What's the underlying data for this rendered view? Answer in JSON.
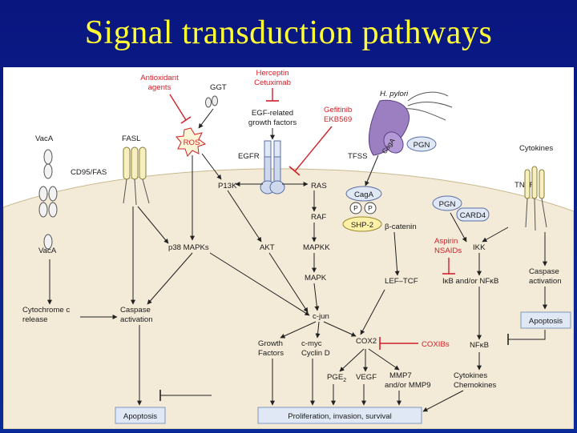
{
  "title": "Signal transduction pathways",
  "labels": {
    "antioxidant": [
      "Antioxidant",
      "agents"
    ],
    "ggt": "GGT",
    "herceptin": [
      "Herceptin",
      "Cetuximab"
    ],
    "egf": [
      "EGF-related",
      "growth factors"
    ],
    "gefitinib": [
      "Gefitinib",
      "EKB569"
    ],
    "hpylori": "H. pylori",
    "caga": "CagA",
    "pgn": "PGN",
    "cytokines_top": "Cytokines",
    "vaca_top": "VacA",
    "fasl": "FASL",
    "cd95": "CD95/FAS",
    "ros": "ROS",
    "egfr": "EGFR",
    "tfss": "TFSS",
    "tnfr": "TNFR",
    "p13k": "P13K",
    "ras": "RAS",
    "caga2": "CagA",
    "p1": "P",
    "p2": "P",
    "shp2": "SHP-2",
    "pgn2": "PGN",
    "card4": "CARD4",
    "raf": "RAF",
    "bcatenin": "β-catenin",
    "vaca": "VacA",
    "p38": "p38 MAPKs",
    "akt": "AKT",
    "mapkk": "MAPKK",
    "aspirin": [
      "Aspirin",
      "NSAIDs"
    ],
    "ikk": "IKK",
    "caspase_right": [
      "Caspase",
      "activation"
    ],
    "mapk": "MAPK",
    "leftcf": "LEF–TCF",
    "ikb": "IκB and/or NFκB",
    "cytochrome": [
      "Cytochrome c",
      "release"
    ],
    "caspase_left": [
      "Caspase",
      "activation"
    ],
    "cjun": "c-jun",
    "apoptosis_right": "Apoptosis",
    "growth": [
      "Growth",
      "Factors"
    ],
    "cmyc": [
      "c-myc",
      "Cyclin D"
    ],
    "cox2": "COX2",
    "coxibs": "COXIBs",
    "nfkb": "NFκB",
    "pge2": "PGE",
    "pge2_sub": "2",
    "vegf": "VEGF",
    "mmp": [
      "MMP7",
      "and/or MMP9"
    ],
    "cyto_chemo": [
      "Cytokines",
      "Chemokines"
    ],
    "apoptosis_left": "Apoptosis",
    "proliferation": "Proliferation, invasion, survival"
  },
  "colors": {
    "cytoplasm": "#f3ead7",
    "outside": "#ffffff",
    "title": "#ffff33",
    "inhibitor": "#d0202a",
    "box_fill": "#dfe8f4",
    "box_stroke": "#7f97c2",
    "pylori": "#9b7fc0"
  }
}
